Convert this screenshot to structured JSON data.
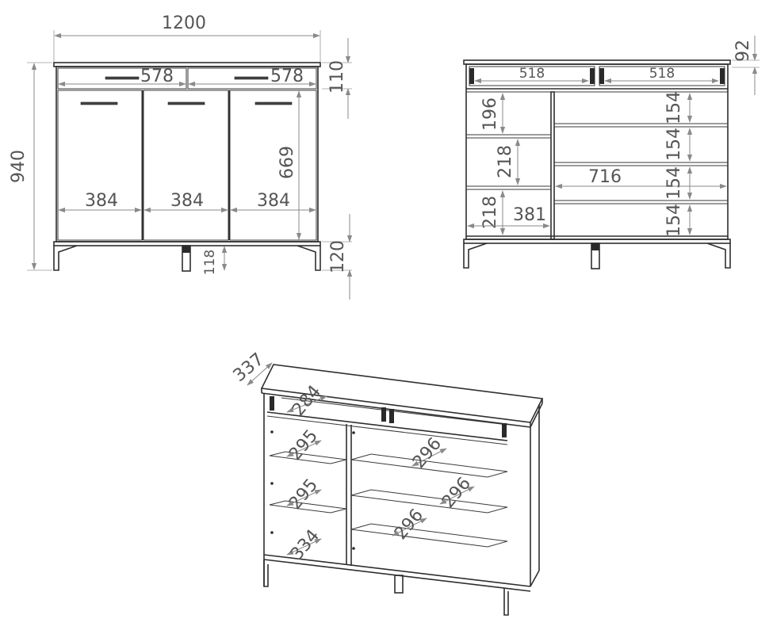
{
  "front_view": {
    "overall_width": "1200",
    "overall_height": "940",
    "drawer_width_left": "578",
    "drawer_width_right": "578",
    "drawer_height": "110",
    "door_width_1": "384",
    "door_width_2": "384",
    "door_width_3": "384",
    "door_height": "669",
    "leg_height": "120",
    "center_leg_height": "118"
  },
  "interior_view": {
    "top_offset": "92",
    "drawer_inner_left": "518",
    "drawer_inner_right": "518",
    "left_shelf_1": "196",
    "left_shelf_2": "218",
    "left_shelf_3": "218",
    "left_compartment_width": "381",
    "right_compartment_width": "716",
    "right_shelf_1": "154",
    "right_shelf_2": "154",
    "right_shelf_3": "154",
    "right_shelf_4": "154"
  },
  "iso_view": {
    "depth": "337",
    "drawer_depth": "284",
    "left_shelf_1": "295",
    "left_shelf_2": "295",
    "left_bottom": "334",
    "right_shelf_1": "296",
    "right_shelf_2": "296",
    "right_shelf_3": "296"
  }
}
